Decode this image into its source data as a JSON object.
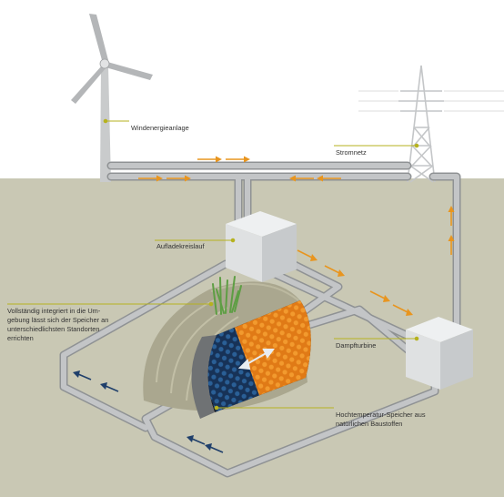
{
  "labels": {
    "wind": "Windenergieanlage",
    "grid": "Stromnetz",
    "charge_loop": "Aufladekreislauf",
    "integration": [
      "Vollständig integriert in die Um-",
      "gebung lässt sich der Speicher an",
      "unterschiedlichsten Standorten",
      "errichten"
    ],
    "turbine": "Dampfturbine",
    "storage": [
      "Hochtemperatur-Speicher aus",
      "natürlichen Baustoffen"
    ]
  },
  "icons": {
    "arrow_hot": "arrow-right-icon",
    "arrow_cold": "arrow-left-icon",
    "turbine_symbol": "wind-turbine-icon",
    "pylon_symbol": "power-pylon-icon"
  },
  "colors": {
    "sky": "#ffffff",
    "ground": "#c9c8b4",
    "pipe": "#a9acae",
    "box": "#dfe1e2",
    "hot": "#e8951f",
    "cold": "#1f3f6b",
    "callout_line": "#b6b21f",
    "grass": "#6aa84f",
    "mound": "#a7a48c"
  }
}
